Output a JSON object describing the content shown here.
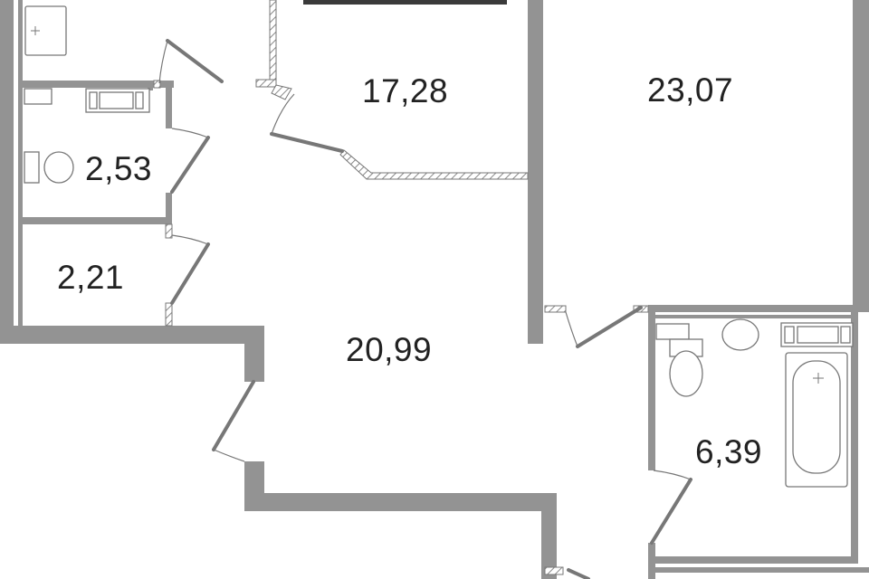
{
  "plan": {
    "rooms": [
      {
        "id": "bedroom",
        "area": "17,28"
      },
      {
        "id": "living-room",
        "area": "23,07"
      },
      {
        "id": "toilet",
        "area": "2,53"
      },
      {
        "id": "storage",
        "area": "2,21"
      },
      {
        "id": "hall",
        "area": "20,99"
      },
      {
        "id": "bathroom",
        "area": "6,39"
      }
    ],
    "colors": {
      "wall": "#939393",
      "text": "#222222",
      "dark_bar": "#3a3a3a"
    }
  }
}
